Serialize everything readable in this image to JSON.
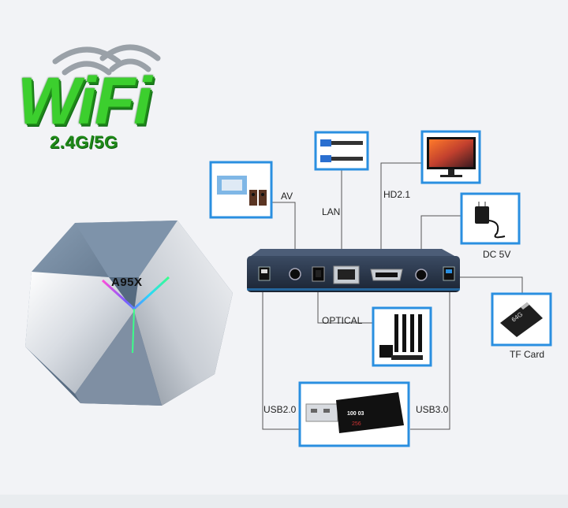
{
  "wifi": {
    "logo_text": "WiFi",
    "bands": "2.4G/5G"
  },
  "device": {
    "brand": "A95X"
  },
  "ports": {
    "av": "AV",
    "lan": "LAN",
    "hdmi": "HD2.1",
    "dc": "DC 5V",
    "optical": "OPTICAL",
    "tf_card": "TF Card",
    "usb2": "USB2.0",
    "usb3": "USB3.0"
  },
  "usb_stick": {
    "text_top": "100 03",
    "text_bottom": "256"
  },
  "tf_card": {
    "text": "64G"
  },
  "colors": {
    "accent_frame": "#2a8fe0",
    "wifi_green": "#3ccf2e",
    "device_body": "#5b6f85"
  }
}
